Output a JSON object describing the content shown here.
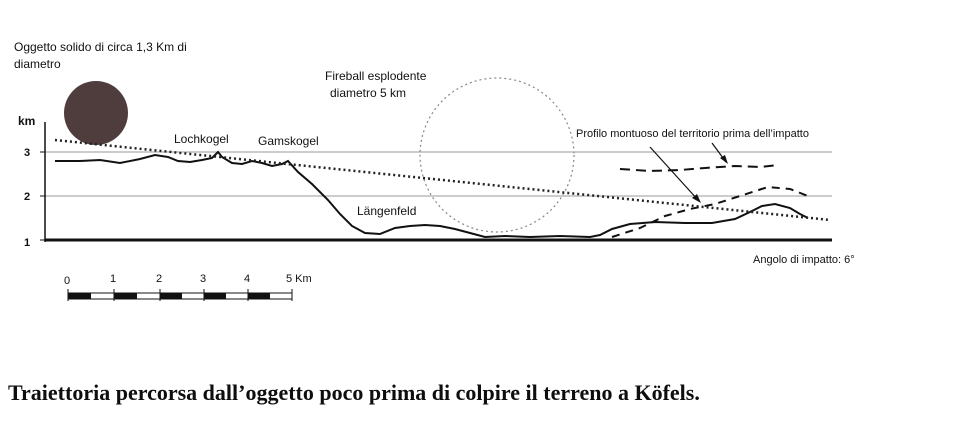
{
  "labels": {
    "object": [
      "Oggetto solido di circa 1,3 Km di",
      "diametro"
    ],
    "fireball": [
      "Fireball esplodente",
      "diametro 5 km"
    ],
    "lochkogel": "Lochkogel",
    "gamskogel": "Gamskogel",
    "laengenfeld": "Längenfeld",
    "profile": "Profilo montuoso del territorio prima dell’impatto",
    "impact_angle": "Angolo di impatto: 6°"
  },
  "altitude_axis": {
    "unit": "km",
    "ticks": [
      "3",
      "2",
      "1"
    ]
  },
  "distance_scale": {
    "ticks": [
      "0",
      "1",
      "2",
      "3",
      "4",
      "5 Km"
    ]
  },
  "caption": "Traiettoria percorsa dall’oggetto poco prima di colpire il terreno a Köfels.",
  "colors": {
    "ink": "#111111",
    "object_fill": "#4f3d3d",
    "grid": "#9a9a9a",
    "fireball": "#888888"
  }
}
